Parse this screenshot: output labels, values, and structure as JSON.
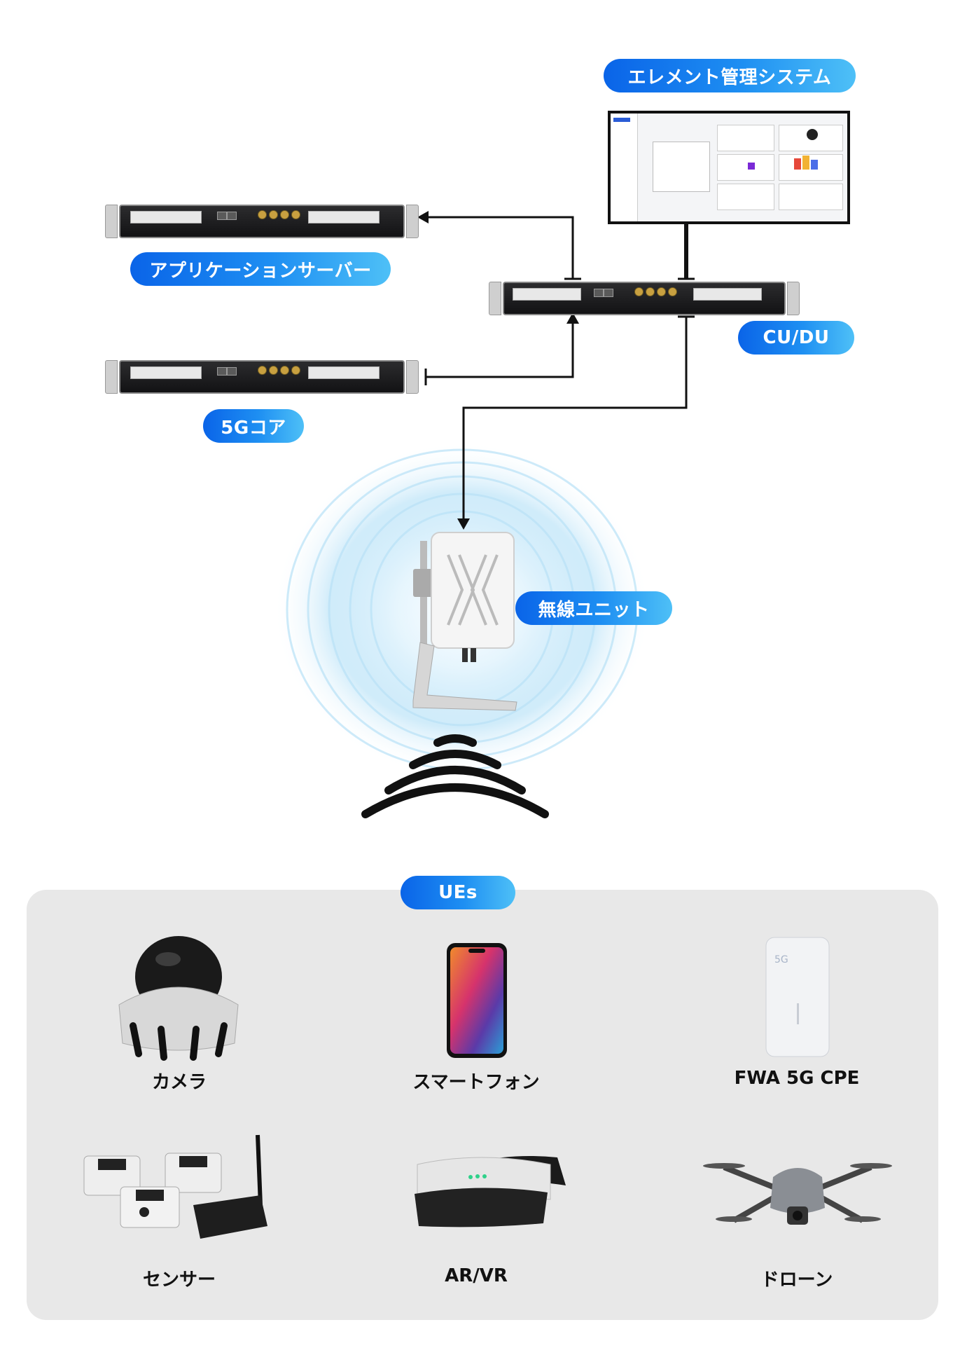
{
  "labels": {
    "ems": "エレメント管理システム",
    "app_server": "アプリケーションサーバー",
    "cu_du": "CU/DU",
    "core_5g": "5Gコア",
    "radio_unit": "無線ユニット",
    "ues": "UEs"
  },
  "devices": [
    {
      "label": "カメラ"
    },
    {
      "label": "スマートフォン"
    },
    {
      "label": "FWA 5G CPE"
    },
    {
      "label": "センサー"
    },
    {
      "label": "AR/VR"
    },
    {
      "label": "ドローン"
    }
  ],
  "colors": {
    "pill_start": "#0a64e8",
    "pill_end": "#4ec0f7",
    "ue_panel": "#e8e8e8",
    "line": "#111111",
    "glow": "#9fd8f5"
  },
  "icons": [
    "server-icon",
    "monitor-icon",
    "radio-unit-icon",
    "wireless-signal-icon",
    "camera-icon",
    "smartphone-icon",
    "cpe-router-icon",
    "sensor-icon",
    "vr-headset-icon",
    "drone-icon"
  ]
}
